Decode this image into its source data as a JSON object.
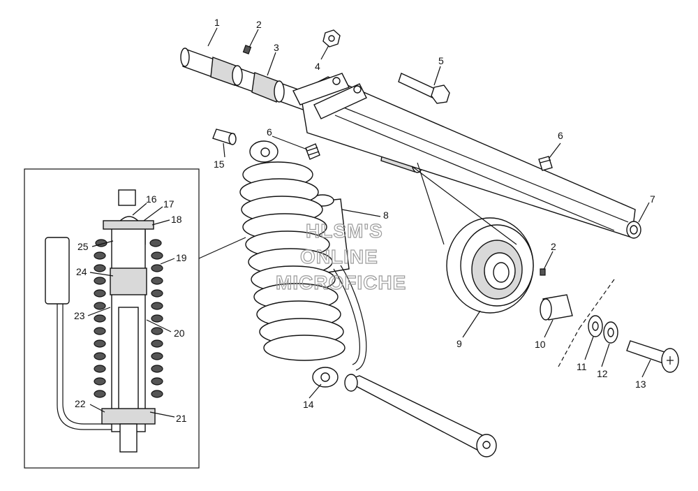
{
  "callouts": [
    {
      "id": "c1",
      "text": "1"
    },
    {
      "id": "c2a",
      "text": "2"
    },
    {
      "id": "c3",
      "text": "3"
    },
    {
      "id": "c4",
      "text": "4"
    },
    {
      "id": "c5",
      "text": "5"
    },
    {
      "id": "c6a",
      "text": "6"
    },
    {
      "id": "c6b",
      "text": "6"
    },
    {
      "id": "c7",
      "text": "7"
    },
    {
      "id": "c8",
      "text": "8"
    },
    {
      "id": "c2b",
      "text": "2"
    },
    {
      "id": "c9",
      "text": "9"
    },
    {
      "id": "c10",
      "text": "10"
    },
    {
      "id": "c11",
      "text": "11"
    },
    {
      "id": "c12",
      "text": "12"
    },
    {
      "id": "c13",
      "text": "13"
    },
    {
      "id": "c14",
      "text": "14"
    },
    {
      "id": "c15",
      "text": "15"
    },
    {
      "id": "c16",
      "text": "16"
    },
    {
      "id": "c17",
      "text": "17"
    },
    {
      "id": "c18",
      "text": "18"
    },
    {
      "id": "c19",
      "text": "19"
    },
    {
      "id": "c20",
      "text": "20"
    },
    {
      "id": "c21",
      "text": "21"
    },
    {
      "id": "c22",
      "text": "22"
    },
    {
      "id": "c23",
      "text": "23"
    },
    {
      "id": "c24",
      "text": "24"
    },
    {
      "id": "c25",
      "text": "25"
    }
  ],
  "watermark": {
    "line1": "HLSM'S",
    "line2": "ONLINE",
    "line3": "MICROFICHE"
  }
}
